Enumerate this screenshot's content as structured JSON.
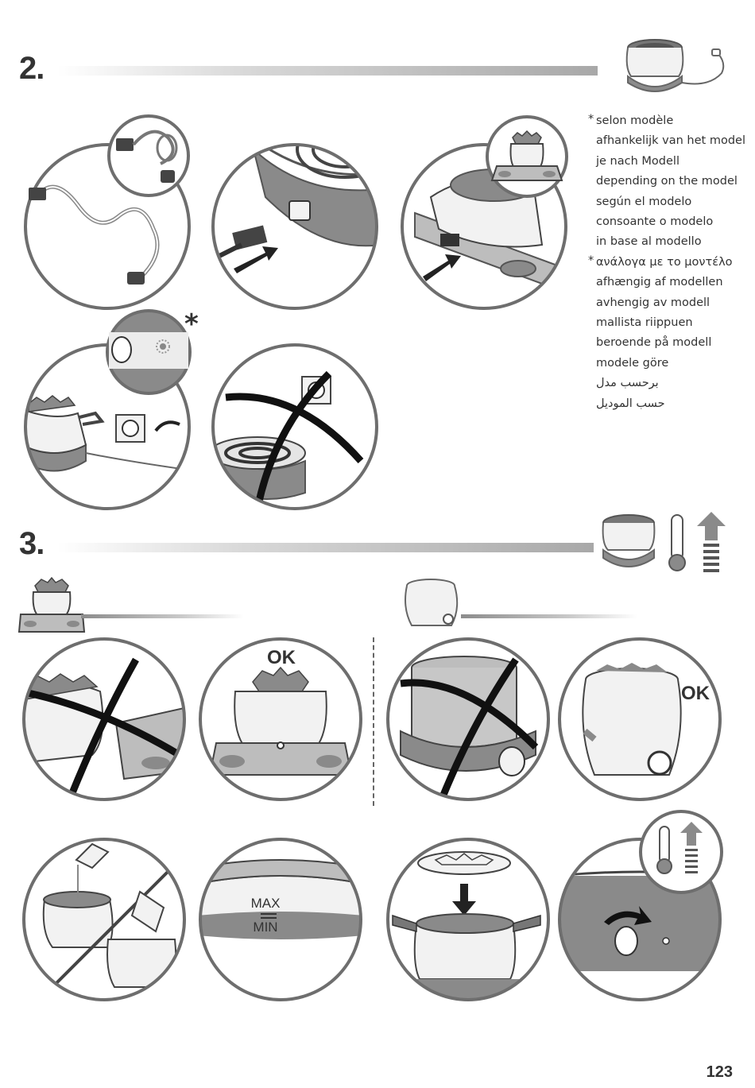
{
  "steps": {
    "step2": "2.",
    "step3": "3."
  },
  "notes": [
    {
      "text": "selon modèle",
      "star": true,
      "rtl": false
    },
    {
      "text": "afhankelijk van het model",
      "star": false,
      "rtl": false
    },
    {
      "text": "je nach Modell",
      "star": false,
      "rtl": false
    },
    {
      "text": "depending on the model",
      "star": false,
      "rtl": false
    },
    {
      "text": "según el modelo",
      "star": false,
      "rtl": false
    },
    {
      "text": "consoante o modelo",
      "star": false,
      "rtl": false
    },
    {
      "text": "in base al modello",
      "star": false,
      "rtl": false
    },
    {
      "text": "ανάλογα με το μοντέλο",
      "star": true,
      "rtl": false
    },
    {
      "text": "afhængig af modellen",
      "star": false,
      "rtl": false
    },
    {
      "text": "avhengig av modell",
      "star": false,
      "rtl": false
    },
    {
      "text": "mallista riippuen",
      "star": false,
      "rtl": false
    },
    {
      "text": "beroende på modell",
      "star": false,
      "rtl": false
    },
    {
      "text": "modele göre",
      "star": false,
      "rtl": false
    },
    {
      "text": "برحسب مدل",
      "star": false,
      "rtl": true
    },
    {
      "text": "حسب الموديل",
      "star": false,
      "rtl": true
    }
  ],
  "asterisk": "*",
  "ok_labels": {
    "left": "OK",
    "right": "OK"
  },
  "level_marks": {
    "max": "MAX",
    "min": "MIN"
  },
  "page_number": "123",
  "colors": {
    "line": "#6e6e6e",
    "dark_fill": "#8a8a8a",
    "light_fill": "#e9e9e9",
    "stroke_dark": "#111111"
  }
}
